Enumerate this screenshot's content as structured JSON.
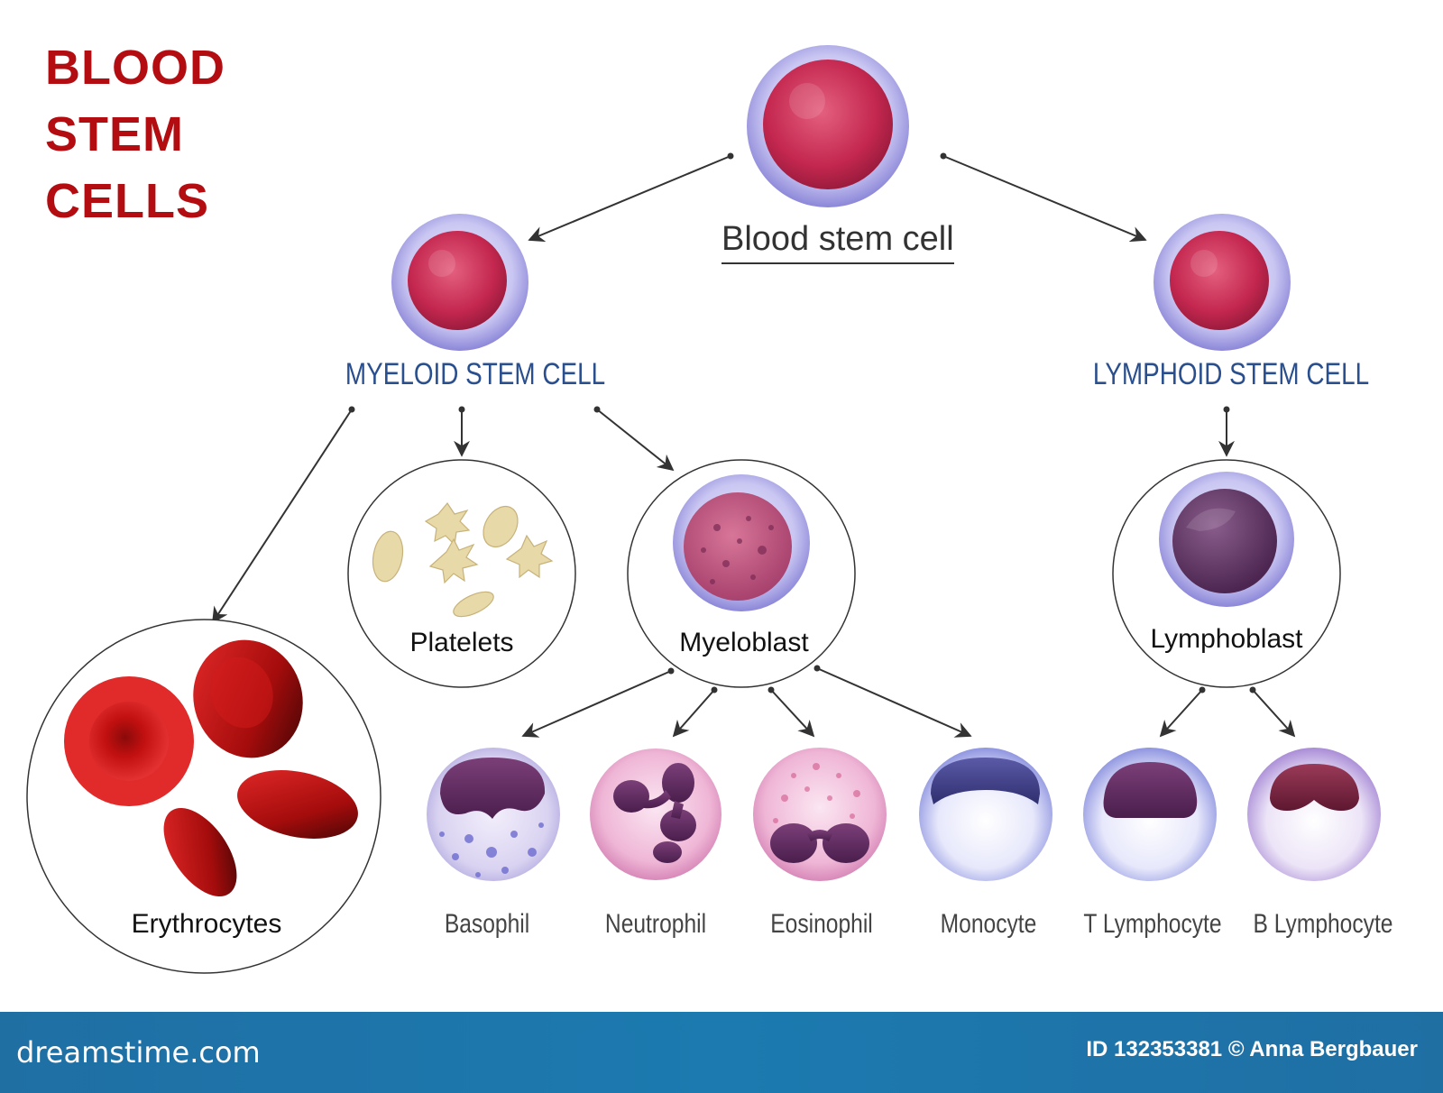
{
  "title": {
    "line1": "BLOOD",
    "line2": "STEM",
    "line3": "CELLS",
    "color": "#b30d12"
  },
  "nodes": {
    "root": "Blood stem cell",
    "myeloid": "MYELOID STEM CELL",
    "lymphoid": "LYMPHOID STEM CELL",
    "platelets": "Platelets",
    "myeloblast": "Myeloblast",
    "lymphoblast": "Lymphoblast",
    "erythrocytes": "Erythrocytes",
    "basophil": "Basophil",
    "neutrophil": "Neutrophil",
    "eosinophil": "Eosinophil",
    "monocyte": "Monocyte",
    "t_lymphocyte": "T Lymphocyte",
    "b_lymphocyte": "B Lymphocyte"
  },
  "edges": [
    [
      "root",
      "myeloid"
    ],
    [
      "root",
      "lymphoid"
    ],
    [
      "myeloid",
      "erythrocytes"
    ],
    [
      "myeloid",
      "platelets"
    ],
    [
      "myeloid",
      "myeloblast"
    ],
    [
      "lymphoid",
      "lymphoblast"
    ],
    [
      "myeloblast",
      "basophil"
    ],
    [
      "myeloblast",
      "neutrophil"
    ],
    [
      "myeloblast",
      "eosinophil"
    ],
    [
      "myeloblast",
      "monocyte"
    ],
    [
      "lymphoblast",
      "t_lymphocyte"
    ],
    [
      "lymphoblast",
      "b_lymphocyte"
    ]
  ],
  "footer": {
    "brand": "dreamstime.com",
    "credit": "ID 132353381 © Anna Bergbauer"
  },
  "colors": {
    "branch_label": "#2a4f8e",
    "footer_bar": "#1f6fa3",
    "red_cell": "#c41414",
    "stem_cell": "#c8325a"
  }
}
